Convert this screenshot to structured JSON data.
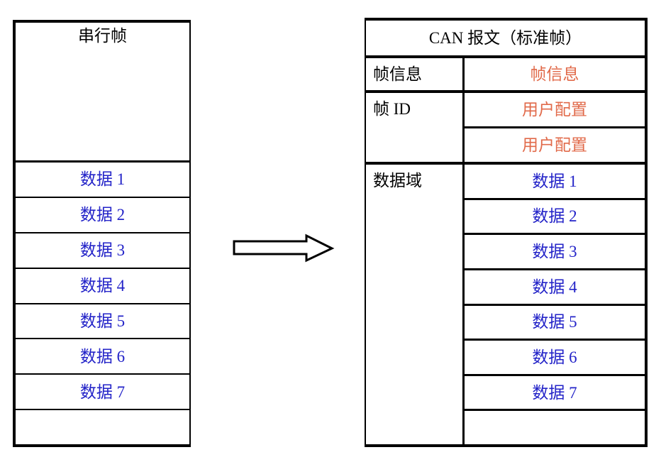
{
  "left_table": {
    "title": "串行帧",
    "rows": [
      "数据 1",
      "数据 2",
      "数据 3",
      "数据 4",
      "数据 5",
      "数据 6",
      "数据 7",
      ""
    ]
  },
  "arrow": {
    "icon": "right-arrow"
  },
  "right_table": {
    "title": "CAN 报文（标准帧）",
    "sections": [
      {
        "label": "帧信息",
        "rows": [
          "帧信息"
        ]
      },
      {
        "label": "帧 ID",
        "rows": [
          "用户配置",
          "用户配置"
        ]
      },
      {
        "label": "数据域",
        "rows": [
          "数据 1",
          "数据 2",
          "数据 3",
          "数据 4",
          "数据 5",
          "数据 6",
          "数据 7",
          ""
        ]
      }
    ]
  },
  "colors": {
    "data_text": "#2323C8",
    "config_text": "#E16A4A",
    "line": "#000000",
    "background": "#FFFFFF"
  }
}
